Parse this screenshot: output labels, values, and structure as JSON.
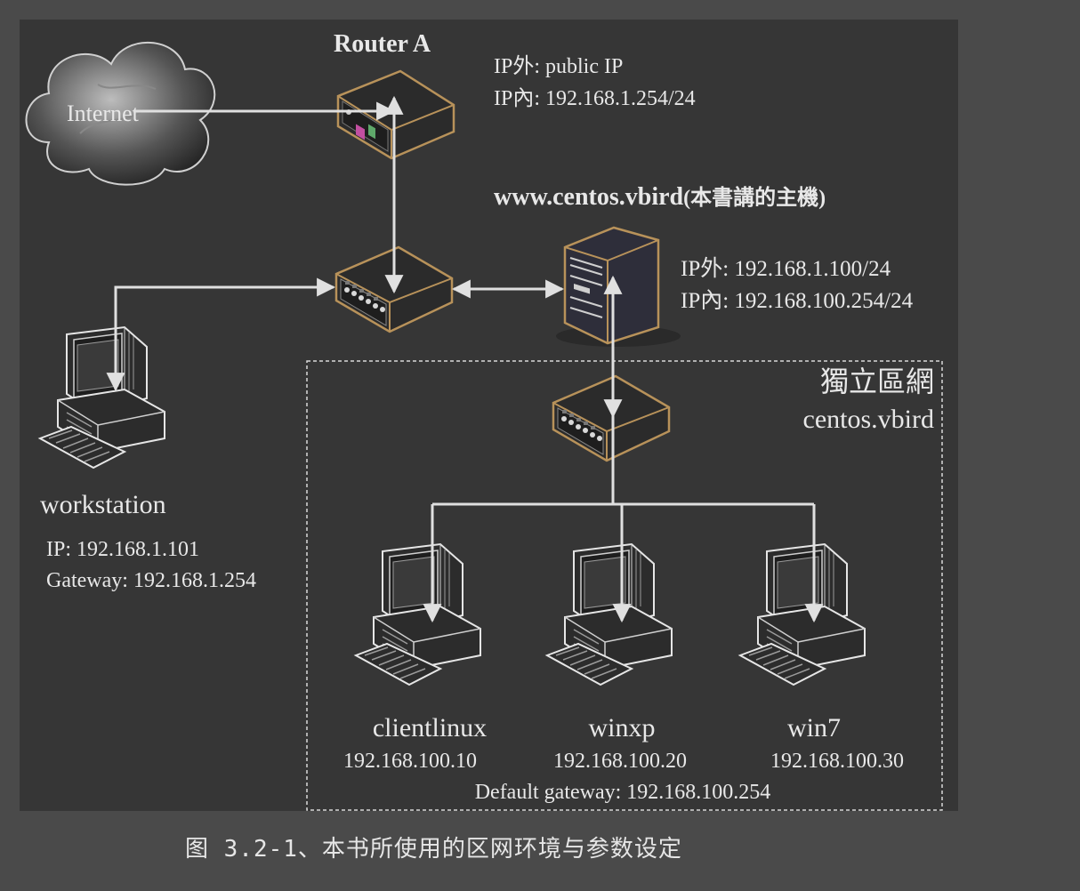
{
  "router": {
    "title": "Router A",
    "ip_outer": "IP外: public IP",
    "ip_inner": "IP內: 192.168.1.254/24"
  },
  "internet": {
    "label": "Internet"
  },
  "server": {
    "hostname": "www.centos.vbird",
    "note": "(本書講的主機)",
    "ip_outer": "IP外: 192.168.1.100/24",
    "ip_inner": "IP內: 192.168.100.254/24"
  },
  "lan": {
    "title": "獨立區網",
    "domain": "centos.vbird",
    "default_gateway": "Default gateway: 192.168.100.254"
  },
  "workstation": {
    "name": "workstation",
    "ip": "IP: 192.168.1.101",
    "gateway": "Gateway: 192.168.1.254"
  },
  "clients": [
    {
      "name": "clientlinux",
      "ip": "192.168.100.10"
    },
    {
      "name": "winxp",
      "ip": "192.168.100.20"
    },
    {
      "name": "win7",
      "ip": "192.168.100.30"
    }
  ],
  "caption": "图 3.2-1、本书所使用的区网环境与参数设定",
  "colors": {
    "panel": "#363636",
    "background": "#4a4a4a",
    "device_outline": "#b8925a",
    "line": "#e0e0e0"
  }
}
